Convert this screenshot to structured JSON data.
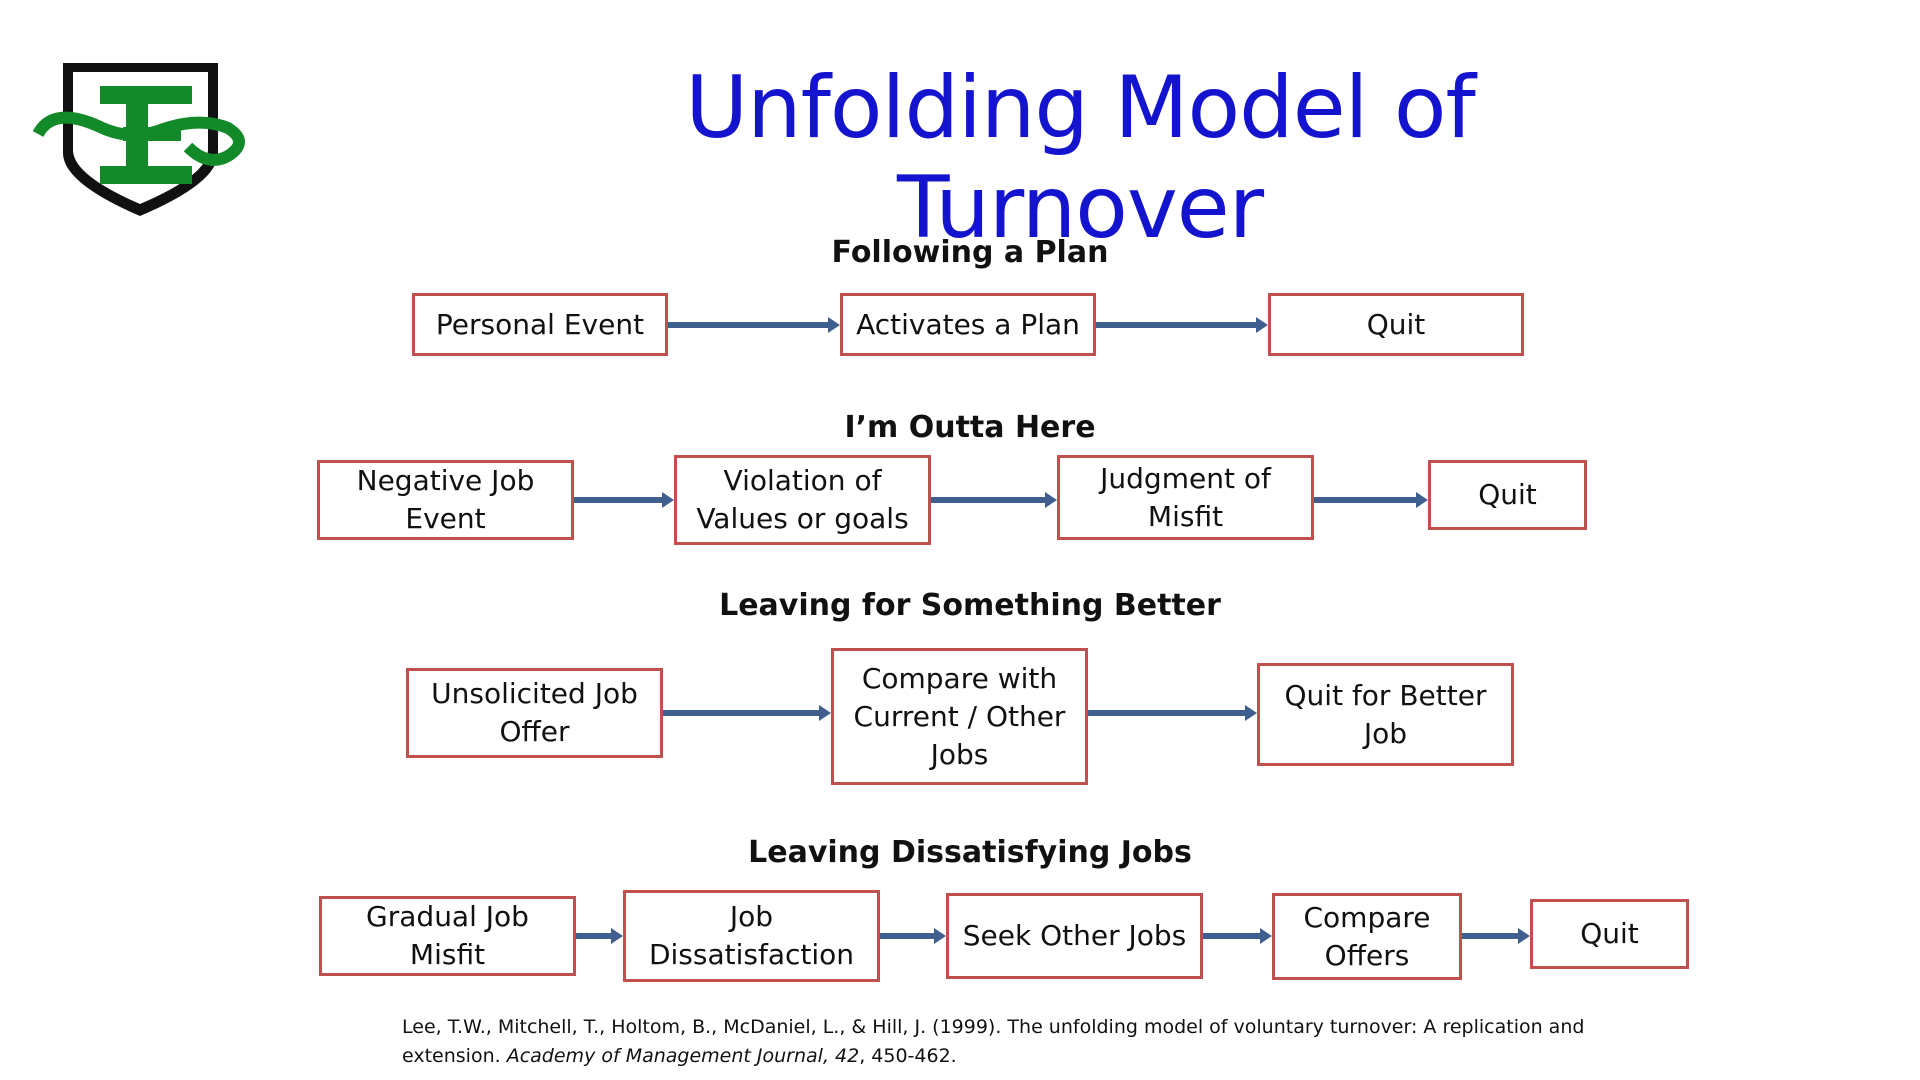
{
  "title": "Unfolding Model of Turnover",
  "logo": {
    "name": "shield-E-logo",
    "colors": {
      "shield": "#111111",
      "letter": "#138a2a"
    }
  },
  "colors": {
    "title": "#1414cf",
    "box_border": "#c0504d",
    "arrow": "#3f5f8f"
  },
  "sections": [
    {
      "title": "Following a Plan",
      "steps": [
        "Personal Event",
        "Activates a Plan",
        "Quit"
      ]
    },
    {
      "title": "I’m Outta Here",
      "steps": [
        "Negative Job\nEvent",
        "Violation of\nValues or goals",
        "Judgment of\nMisfit",
        "Quit"
      ]
    },
    {
      "title": "Leaving for Something Better",
      "steps": [
        "Unsolicited Job\nOffer",
        "Compare with\nCurrent / Other\nJobs",
        "Quit for Better\nJob"
      ]
    },
    {
      "title": "Leaving Dissatisfying Jobs",
      "steps": [
        "Gradual Job\nMisfit",
        "Job\nDissatisfaction",
        "Seek Other Jobs",
        "Compare\nOffers",
        "Quit"
      ]
    }
  ],
  "citation": {
    "before_journal": "Lee, T.W., Mitchell, T., Holtom, B., McDaniel, L., & Hill, J. (1999). The unfolding model of voluntary turnover: A replication and extension. ",
    "journal": "Academy of Management Journal, 42",
    "after_journal": ", 450-462."
  }
}
